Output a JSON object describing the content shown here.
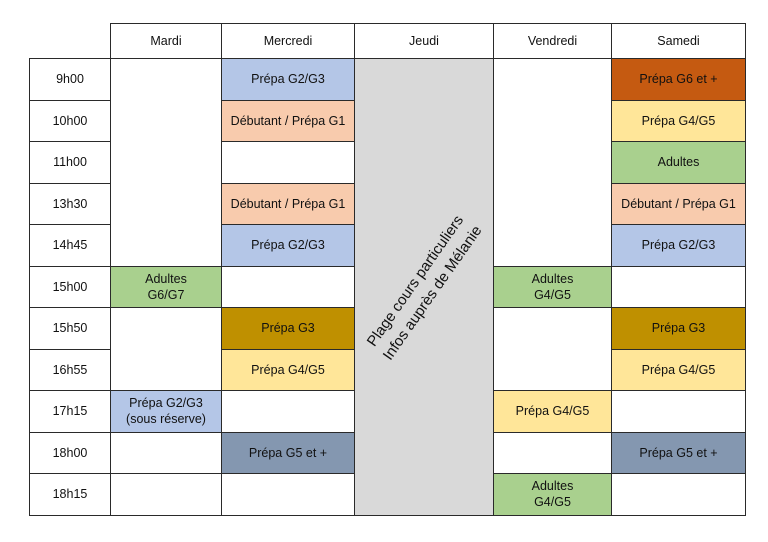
{
  "colors": {
    "prepa_g2g3": "#b4c6e7",
    "debutant_g1": "#f8cbad",
    "prepa_g6": "#c55a11",
    "prepa_g4g5": "#ffe699",
    "adultes": "#a9d08e",
    "prepa_g3": "#bf9000",
    "prepa_g5": "#8497b0",
    "jeudi_band": "#d9d9d9",
    "empty": "#ffffff"
  },
  "days": [
    "Mardi",
    "Mercredi",
    "Jeudi",
    "Vendredi",
    "Samedi"
  ],
  "jeudi_note": [
    "Plage cours particuliers",
    "Infos auprès de Mélanie"
  ],
  "rows": [
    {
      "time": "9h00",
      "mardi": "",
      "mercredi": "Prépa G2/G3",
      "vendredi": "",
      "samedi": "Prépa G6 et +"
    },
    {
      "time": "10h00",
      "mercredi": "Débutant / Prépa G1",
      "samedi": "Prépa G4/G5"
    },
    {
      "time": "11h00",
      "mercredi": "",
      "samedi": "Adultes"
    },
    {
      "time": "13h30",
      "mercredi": "Débutant / Prépa G1",
      "samedi": "Débutant / Prépa G1"
    },
    {
      "time": "14h45",
      "mercredi": "Prépa G2/G3",
      "samedi": "Prépa G2/G3"
    },
    {
      "time": "15h00",
      "mardi": [
        "Adultes",
        "G6/G7"
      ],
      "mercredi": "",
      "vendredi": [
        "Adultes",
        "G4/G5"
      ],
      "samedi": ""
    },
    {
      "time": "15h50",
      "mardi": "",
      "mercredi": "Prépa G3",
      "vendredi": "",
      "samedi": "Prépa G3"
    },
    {
      "time": "16h55",
      "mercredi": "Prépa G4/G5",
      "samedi": "Prépa G4/G5"
    },
    {
      "time": "17h15",
      "mardi": [
        "Prépa G2/G3",
        "(sous réserve)"
      ],
      "mercredi": "",
      "vendredi": "Prépa G4/G5",
      "samedi": ""
    },
    {
      "time": "18h00",
      "mardi": "",
      "mercredi": "Prépa G5 et +",
      "vendredi": "",
      "samedi": "Prépa G5 et +"
    },
    {
      "time": "18h15",
      "mardi": "",
      "mercredi": "",
      "vendredi": [
        "Adultes",
        "G4/G5"
      ],
      "samedi": ""
    }
  ]
}
